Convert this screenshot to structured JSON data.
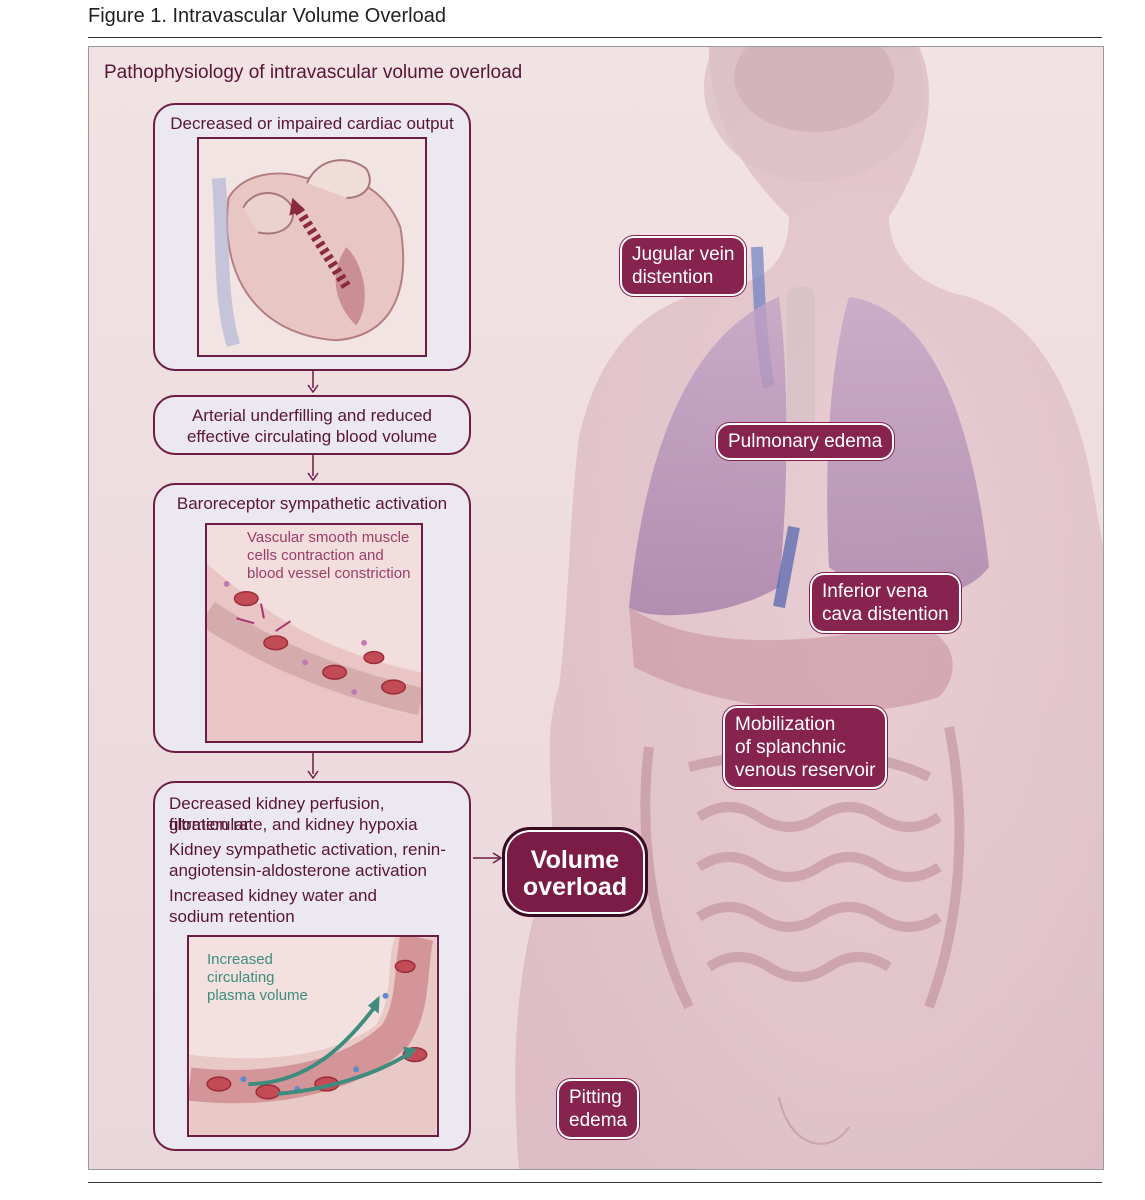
{
  "figure_title": "Figure 1. Intravascular Volume Overload",
  "subtitle": "Pathophysiology of intravascular volume overload",
  "flow": {
    "box1": "Decreased or impaired cardiac output",
    "box2_line1": "Arterial underfilling and reduced",
    "box2_line2": "effective circulating blood volume",
    "box3": "Baroreceptor sympathetic activation",
    "box3_illus_line1": "Vascular smooth muscle",
    "box3_illus_line2": "cells contraction and",
    "box3_illus_line3": "blood vessel constriction",
    "box4_item1_line1": "Decreased kidney perfusion, glomerular",
    "box4_item1_line2": "filtration rate, and kidney hypoxia",
    "box4_item2_line1": "Kidney sympathetic activation, renin-",
    "box4_item2_line2": "angiotensin-aldosterone activation",
    "box4_item3_line1": "Increased kidney water and",
    "box4_item3_line2": "sodium retention",
    "box4_illus_line1": "Increased",
    "box4_illus_line2": "circulating",
    "box4_illus_line3": "plasma volume"
  },
  "outcome": {
    "line1": "Volume",
    "line2": "overload"
  },
  "body_labels": {
    "jugular_line1": "Jugular vein",
    "jugular_line2": "distention",
    "pulmonary": "Pulmonary edema",
    "ivc_line1": "Inferior vena",
    "ivc_line2": "cava distention",
    "splanchnic_line1": "Mobilization",
    "splanchnic_line2": "of splanchnic",
    "splanchnic_line3": "venous reservoir",
    "pitting_line1": "Pitting",
    "pitting_line2": "edema"
  },
  "colors": {
    "accent": "#86234f",
    "dark_accent": "#5a1438",
    "panel_bg": "#eedcdf",
    "box_bg": "#ebe8ef",
    "plasma_label": "#3f8c7f"
  }
}
